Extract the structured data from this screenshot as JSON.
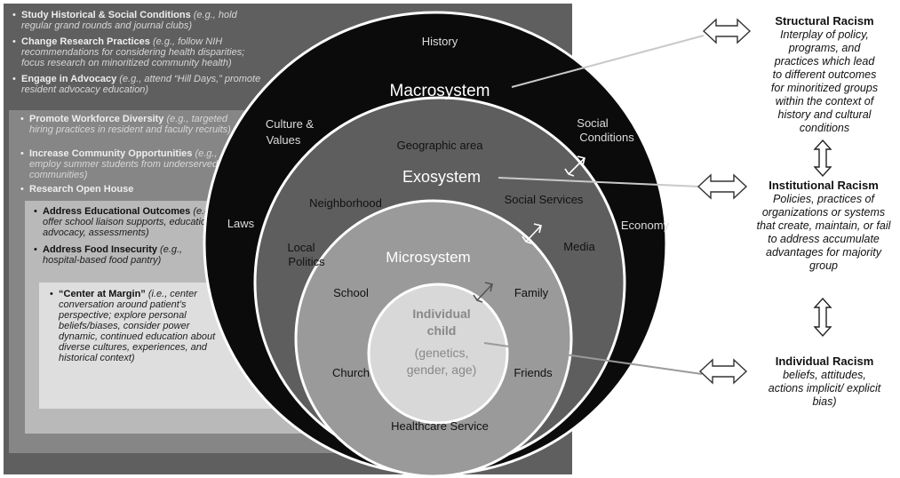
{
  "left_panel": {
    "tier1": [
      {
        "title": "Study Historical & Social Conditions",
        "example": "(e.g., hold regular grand rounds and journal clubs)"
      },
      {
        "title": "Change Research Practices",
        "example": "(e.g., follow NIH recommendations for considering health disparities; focus research on minoritized community health)"
      },
      {
        "title": "Engage in Advocacy",
        "example": "(e.g., attend “Hill Days,” promote resident advocacy education)"
      }
    ],
    "tier2": [
      {
        "title": "Promote Workforce Diversity",
        "example": "(e.g., targeted hiring practices in resident and faculty recruits)"
      },
      {
        "title": "Increase Community Opportunities",
        "example": "(e.g., employ summer students from underserved communities)"
      },
      {
        "title": "Research Open House",
        "example": ""
      }
    ],
    "tier3": [
      {
        "title": "Address Educational Outcomes",
        "example": "(e.g., offer school liaison supports, educational advocacy, assessments)"
      },
      {
        "title": "Address Food Insecurity",
        "example": "(e.g., hospital-based food pantry)"
      }
    ],
    "tier4": [
      {
        "title": "“Center at Margin”",
        "example": "(i.e., center conversation around patient’s perspective; explore personal beliefs/biases, consider power dynamic, continued education about diverse cultures, experiences, and historical context)"
      }
    ]
  },
  "circles": {
    "macro": {
      "name": "Macrosystem",
      "labels": {
        "history": "History",
        "culture_1": "Culture &",
        "culture_2": "Values",
        "social_1": "Social",
        "social_2": "Conditions",
        "laws": "Laws",
        "economy": "Economy"
      }
    },
    "exo": {
      "name": "Exosystem",
      "labels": {
        "geographic": "Geographic area",
        "neighborhood": "Neighborhood",
        "social_services": "Social Services",
        "local_1": "Local",
        "local_2": "Politics",
        "media": "Media"
      }
    },
    "micro": {
      "name": "Microsystem",
      "labels": {
        "school": "School",
        "family": "Family",
        "church": "Church",
        "friends": "Friends",
        "healthcare": "Healthcare Service"
      }
    },
    "individual": {
      "name_1": "Individual",
      "name_2": "child",
      "detail_1": "(genetics,",
      "detail_2": "gender, age)"
    }
  },
  "racism": {
    "structural": {
      "title": "Structural Racism",
      "lines": [
        "Interplay of policy,",
        "programs, and",
        "practices which lead",
        "to different outcomes",
        "for minoritized groups",
        "within the context of",
        "history and cultural",
        "conditions"
      ]
    },
    "institutional": {
      "title": "Institutional Racism",
      "lines": [
        "Policies, practices of",
        "organizations or systems",
        "that create, maintain, or fail",
        "to address accumulate",
        "advantages for majority",
        "group"
      ]
    },
    "individual": {
      "title": "Individual Racism",
      "lines": [
        "beliefs, attitudes,",
        "actions implicit/ explicit",
        "bias)"
      ]
    }
  }
}
